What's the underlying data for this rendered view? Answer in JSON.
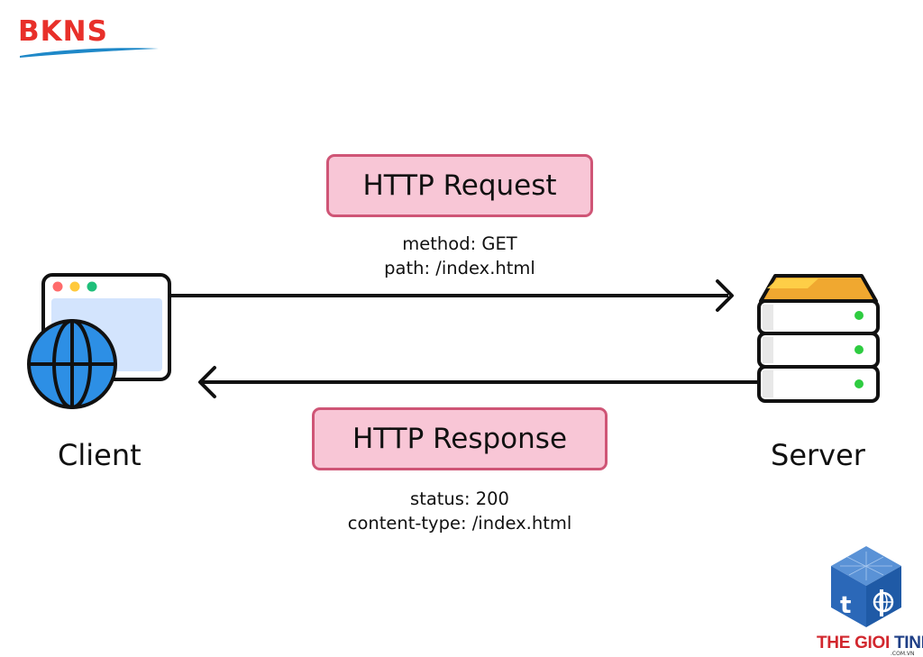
{
  "logo": {
    "text": "BKNS",
    "colors": {
      "letters": "#e8302a",
      "swoosh": "#1e88c8"
    }
  },
  "request": {
    "title": "HTTP Request",
    "lines": [
      "method: GET",
      "path: /index.html"
    ]
  },
  "response": {
    "title": "HTTP Response",
    "lines": [
      "status: 200",
      "content-type: /index.html"
    ]
  },
  "client": {
    "label": "Client",
    "icon": "browser-globe-icon"
  },
  "server": {
    "label": "Server",
    "icon": "server-stack-icon"
  },
  "watermark": {
    "brand_prefix": "THE GIOI",
    "brand_suffix": "TINHOC",
    "domain": ".COM.VN",
    "icon": "ti-cube-icon"
  },
  "colors": {
    "pill_fill": "#f8c6d6",
    "pill_border": "#cf5576",
    "globe": "#2d8fe5",
    "server_top": "#f0a830",
    "server_led": "#2ecc40",
    "dot_red": "#ff6b6b",
    "dot_yellow": "#ffc93c",
    "dot_green": "#1fbf7a"
  }
}
